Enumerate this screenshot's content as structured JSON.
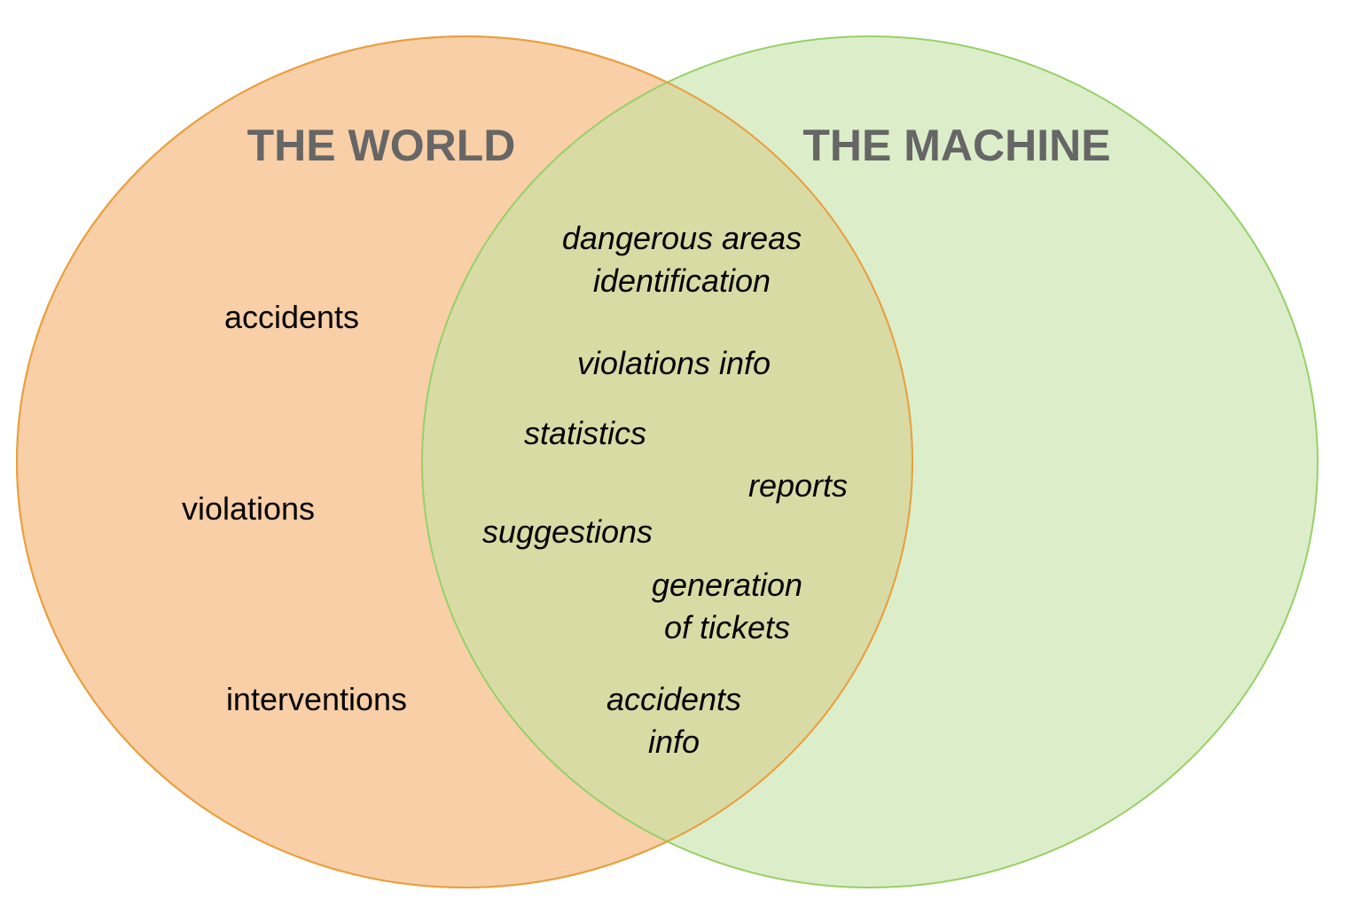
{
  "colors": {
    "world_fill": "#f8cfa6",
    "world_stroke": "#e8892b",
    "machine_fill": "#d8edc4",
    "machine_stroke": "#97d068",
    "heading_text": "#666666",
    "item_text": "#000000"
  },
  "world": {
    "title": "THE WORLD",
    "items": [
      "accidents",
      "violations",
      "interventions"
    ]
  },
  "machine": {
    "title": "THE MACHINE"
  },
  "shared": {
    "dangerous_areas": [
      "dangerous areas",
      "identification"
    ],
    "violations_info": "violations info",
    "statistics": "statistics",
    "reports": "reports",
    "suggestions": "suggestions",
    "generation_of_tickets": [
      "generation",
      "of tickets"
    ],
    "accidents_info": [
      "accidents",
      "info"
    ]
  }
}
